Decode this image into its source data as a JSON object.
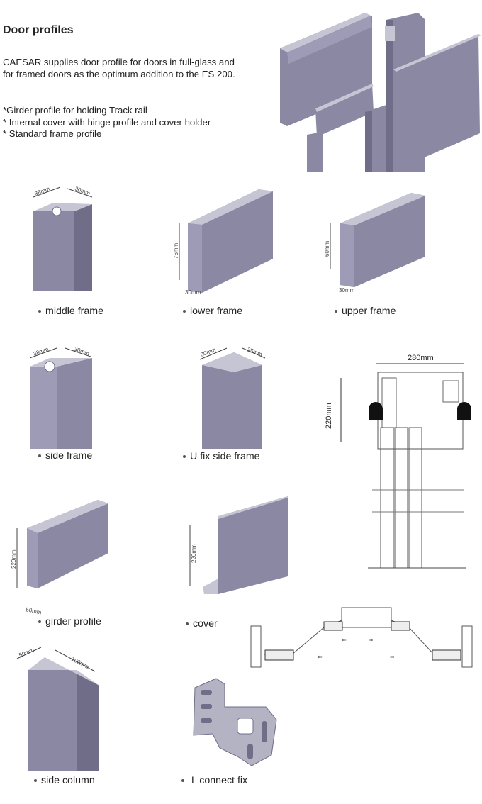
{
  "header": {
    "title": "Door profiles",
    "intro": "CAESAR supplies door profile for doors in full-glass and for framed doors as the optimum addition to the ES 200.",
    "bullets": [
      "*Girder profile for holding Track rail",
      "* Internal cover with hinge profile and cover holder",
      "* Standard frame profile"
    ]
  },
  "profiles": [
    {
      "caption": "middle frame",
      "dims": [
        "38mm",
        "30mm"
      ]
    },
    {
      "caption": "lower frame",
      "dims": [
        "76mm",
        "30mm"
      ]
    },
    {
      "caption": "upper frame",
      "dims": [
        "60mm",
        "30mm"
      ]
    },
    {
      "caption": "side frame",
      "dims": [
        "38mm",
        "30mm"
      ]
    },
    {
      "caption": "U fix side frame",
      "dims": [
        "30mm",
        "35mm"
      ]
    },
    {
      "caption": "girder profile",
      "dims": [
        "220mm",
        "50mm"
      ]
    },
    {
      "caption": "cover",
      "dims": [
        "220mm"
      ]
    },
    {
      "caption": "side column",
      "dims": [
        "50mm",
        "100mm"
      ]
    },
    {
      "caption": "L connect fix",
      "dims": []
    }
  ],
  "section_drawing": {
    "width_label": "280mm",
    "height_label": "220mm"
  },
  "colors": {
    "profile_face": "#8a88a3",
    "profile_dark": "#6f6d88",
    "profile_light": "#c6c5d4"
  }
}
